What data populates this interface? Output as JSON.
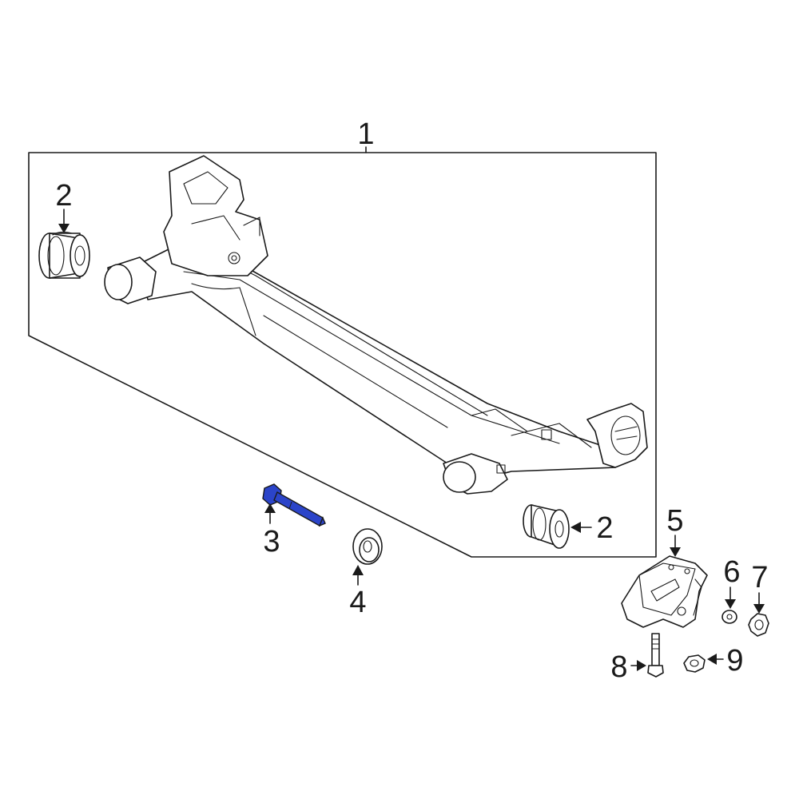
{
  "callouts": {
    "c1": "1",
    "c2a": "2",
    "c2b": "2",
    "c3": "3",
    "c4": "4",
    "c5": "5",
    "c6": "6",
    "c7": "7",
    "c8": "8",
    "c9": "9"
  },
  "colors": {
    "highlight": "#2b44c9",
    "ink": "#1a1a1a",
    "background": "#ffffff"
  }
}
